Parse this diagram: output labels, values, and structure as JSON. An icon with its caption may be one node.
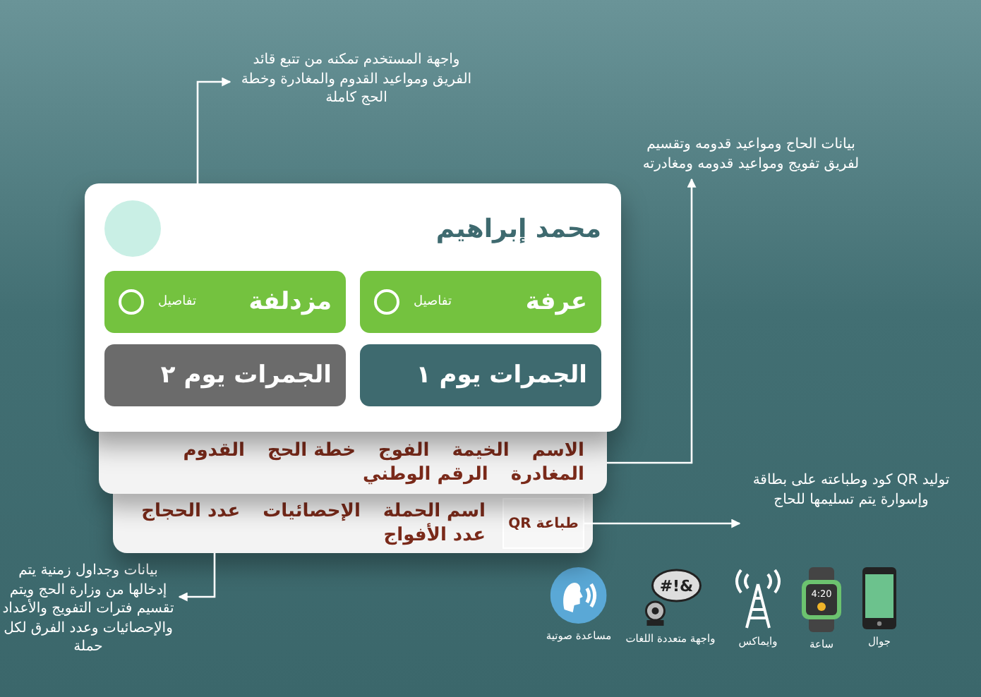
{
  "diagram": {
    "nodes": [
      {
        "text": [
          "واجهة المستخدم تمكنه من تتبع قائد الفريق ومواعيد القدوم والمغادرة وخطة الحج كاملة"
        ]
      },
      {
        "text": [
          "بيانات الحاج ومواعيد قدومه وتقسيم لفريق تفويج ومواعيد قدومه ومغادرته"
        ]
      },
      {
        "text": [
          "توليد QR كود وطباعته على بطاقة وإسوارة يتم تسليمها للحاج"
        ]
      },
      {
        "text": [
          "بيانات وجداول زمنية يتم إدخالها من وزارة الحج ويتم تقسيم فترات التفويج والأعداد والإحصائيات وعدد الفرق لكل حملة"
        ]
      },
      {
        "text": [
          "محمد إبراهيم"
        ]
      },
      {
        "text": [
          "عرفة",
          "تفاصيل"
        ],
        "in": 4
      },
      {
        "text": [
          "مزدلفة",
          "تفاصيل"
        ],
        "in": 4
      },
      {
        "text": [
          "الجمرات يوم ١"
        ],
        "in": 4
      },
      {
        "text": [
          "الجمرات يوم ٢"
        ],
        "in": 4
      },
      {
        "text": [
          "الاسم",
          "الخيمة",
          "الفوج",
          "خطة الحج",
          "القدوم",
          "المغادرة",
          "الرقم الوطني"
        ]
      },
      {
        "text": [
          "اسم الحملة",
          "الإحصائيات",
          "عدد الحجاج",
          "عدد الأفواج"
        ]
      },
      {
        "text": [
          "طباعة QR"
        ],
        "in": 10
      }
    ],
    "edges": [
      {
        "from": 4,
        "to": 0,
        "arrow": "to"
      },
      {
        "from": 9,
        "to": 1,
        "arrow": "to"
      },
      {
        "from": 11,
        "to": 2,
        "arrow": "to"
      },
      {
        "from": 10,
        "to": 3,
        "arrow": "to"
      }
    ],
    "labels": [
      "مساعدة صوتية",
      "#!&",
      "واجهة متعددة اللغات",
      "وايماكس",
      "4:20",
      "ساعة",
      "جوال"
    ]
  }
}
